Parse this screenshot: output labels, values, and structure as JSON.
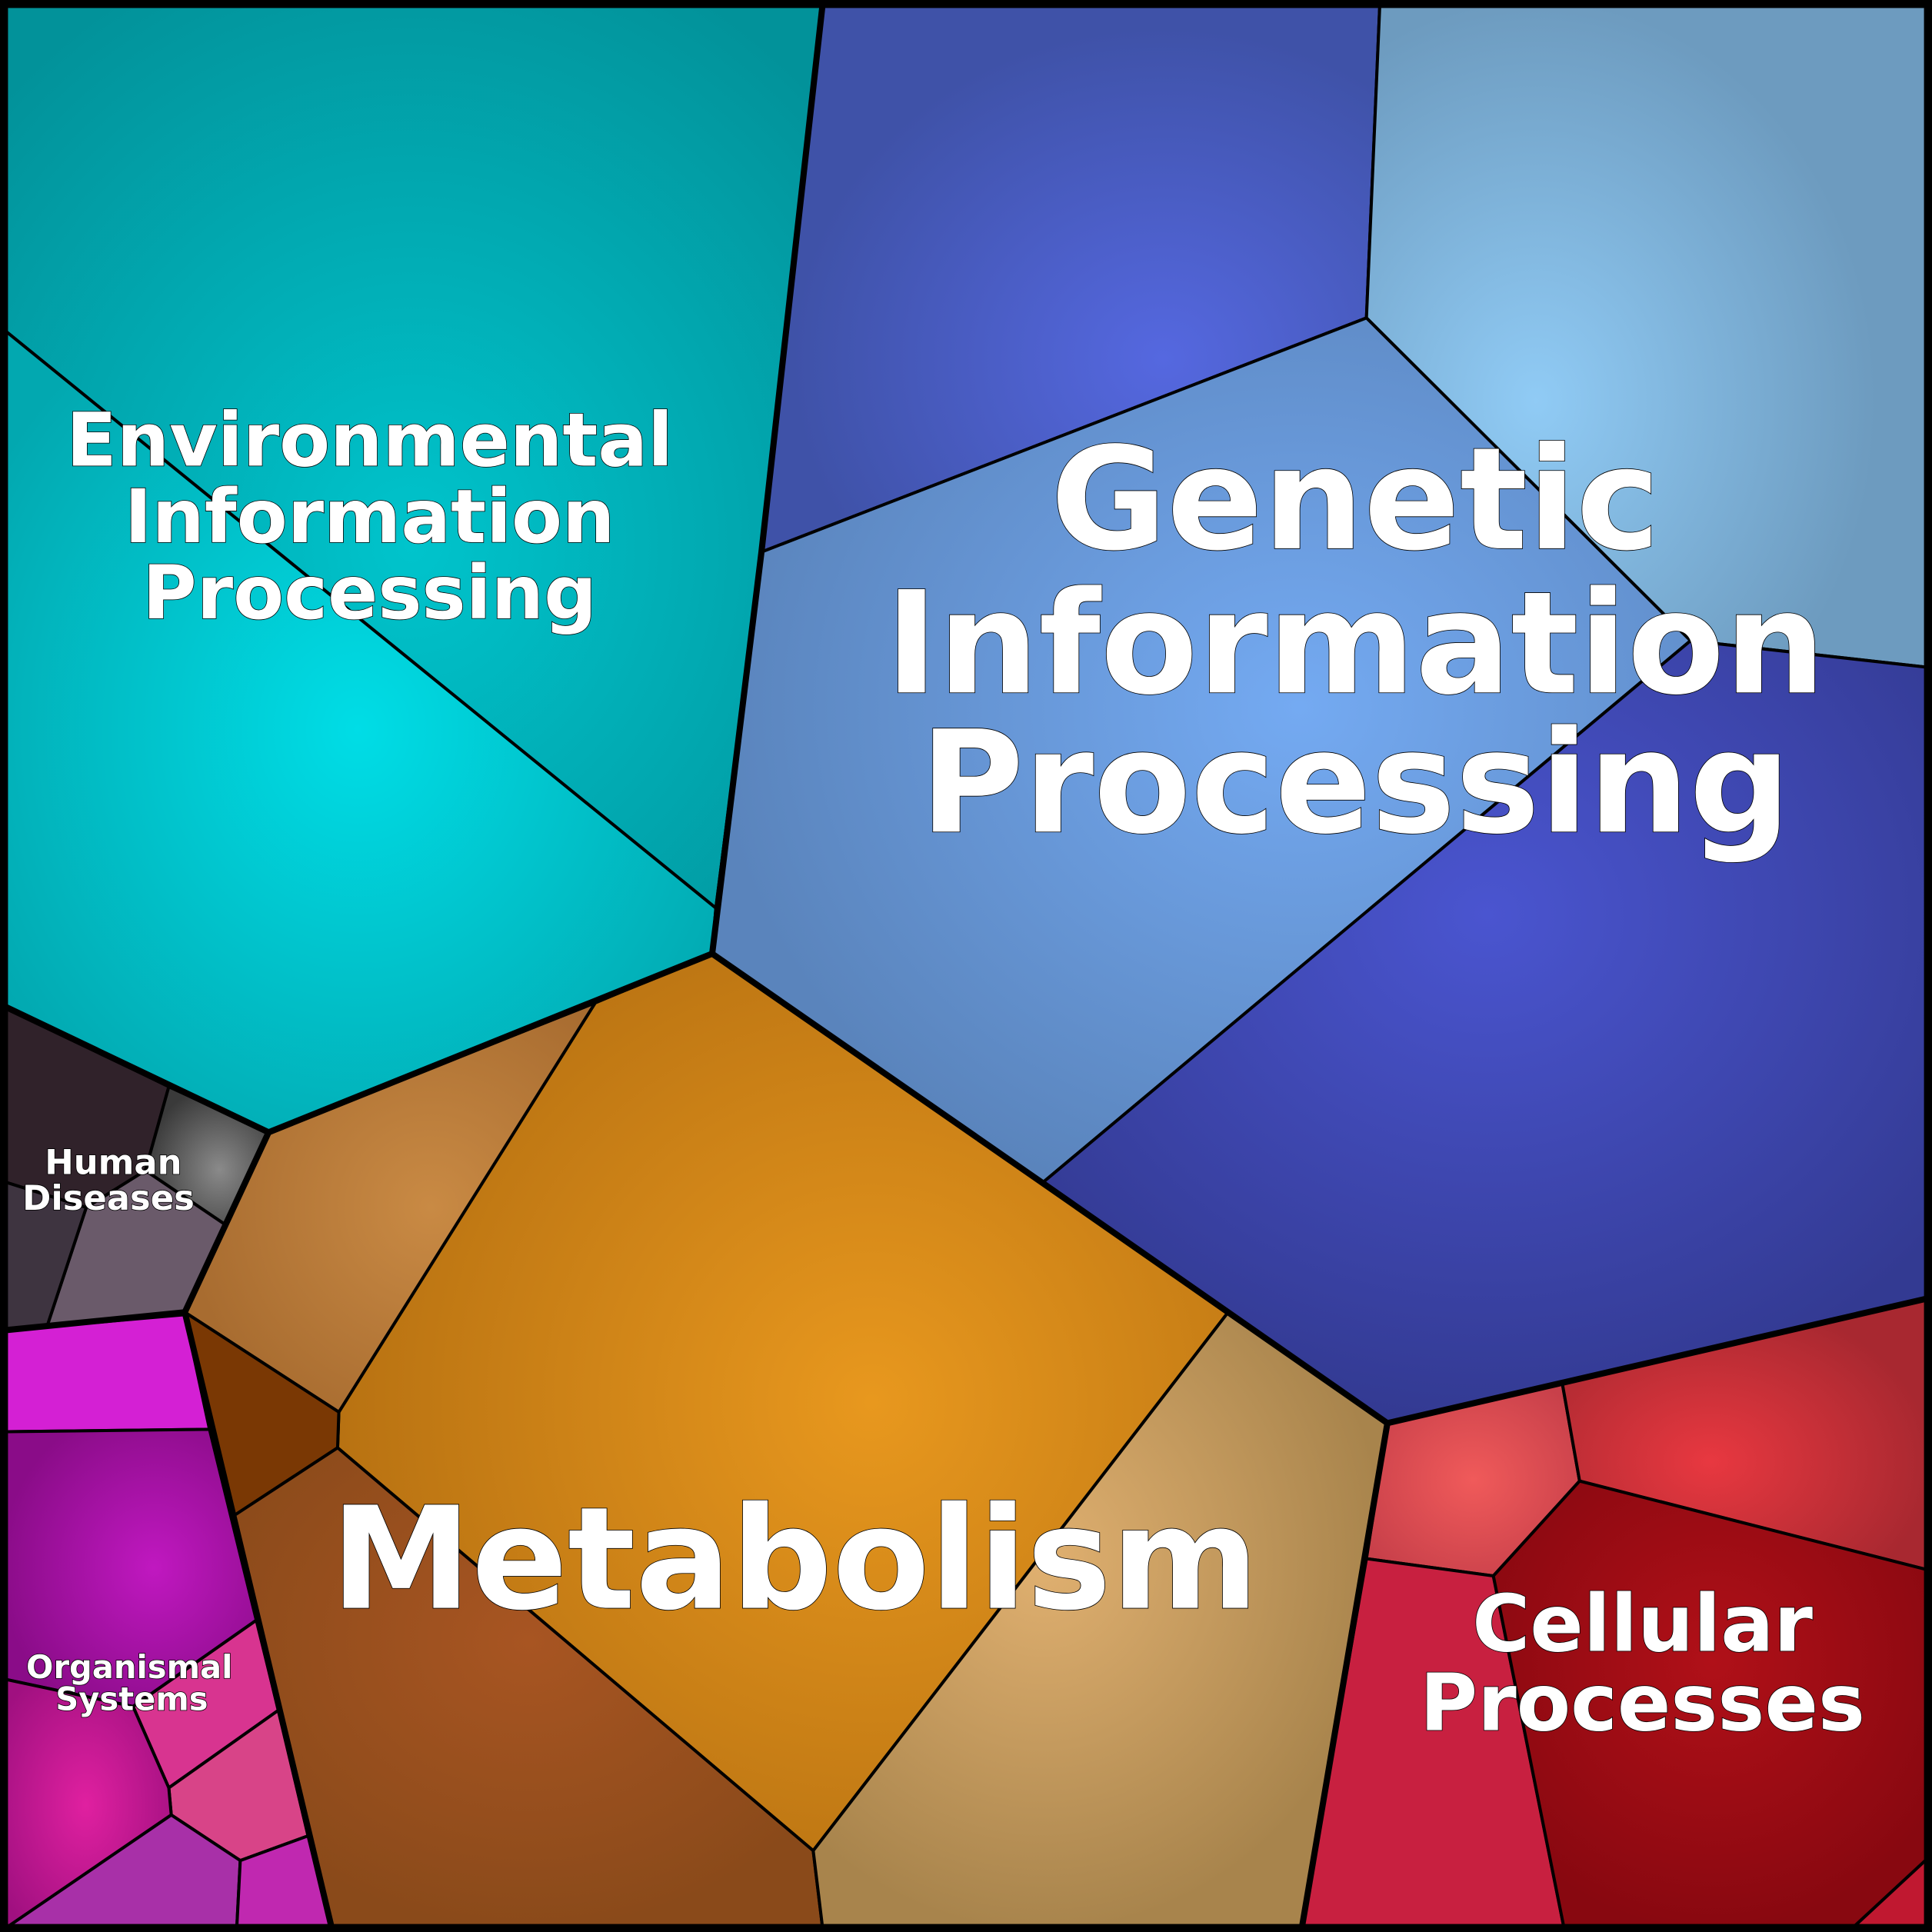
{
  "labels": {
    "environmental": [
      "Environmental",
      "Information",
      "Processing"
    ],
    "genetic": [
      "Genetic",
      "Information",
      "Processing"
    ],
    "metabolism": "Metabolism",
    "human": [
      "Human",
      "Diseases"
    ],
    "organismal": [
      "Organismal",
      "Systems"
    ],
    "cellular": [
      "Cellular",
      "Processes"
    ]
  },
  "colors": {
    "environmental": "#00a5ad",
    "genetic": "#4a6fc8",
    "metabolism": "#c8821a",
    "human": "#3a3036",
    "organismal": "#b0189c",
    "cellular": "#b0202a"
  }
}
